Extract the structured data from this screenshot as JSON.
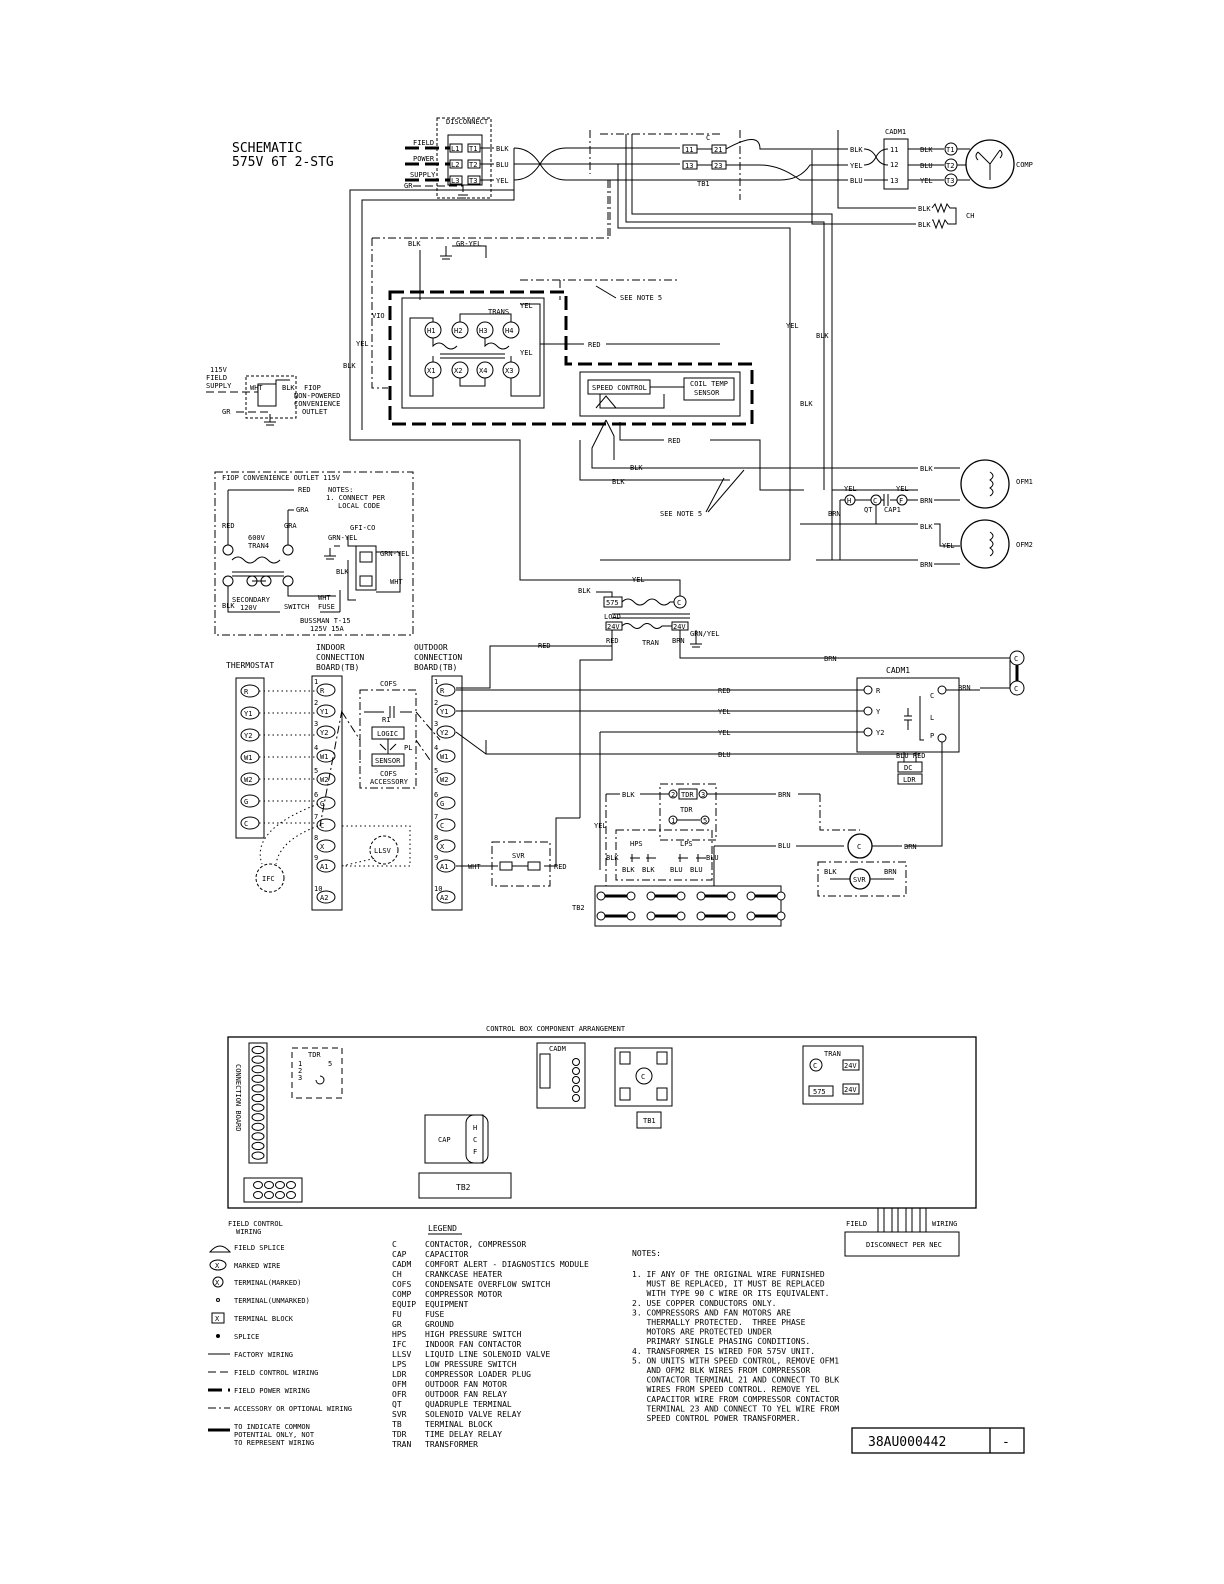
{
  "title": {
    "line1": "SCHEMATIC",
    "line2": "575V 6T 2-STG"
  },
  "drawing_number": "38AU000442",
  "revision": "-",
  "labels": {
    "disconnect": "DISCONNECT",
    "field": "FIELD",
    "power": "POWER",
    "supply": "SUPPLY",
    "gr": "GR",
    "blk": "BLK",
    "blu": "BLU",
    "yel": "YEL",
    "red": "RED",
    "brn": "BRN",
    "vio": "VIO",
    "wht": "WHT",
    "gra": "GRA",
    "gr_yel": "GR-YEL",
    "grn_yel": "GRN-YEL",
    "grn_yel_slash": "GRN/YEL",
    "c": "C",
    "tb1": "TB1",
    "cadm1": "CADM1",
    "comp": "COMP",
    "ch": "CH",
    "trans": "TRANS",
    "see_note_5": "SEE NOTE 5",
    "speed_control": "SPEED CONTROL",
    "coil_temp_1": "COIL TEMP",
    "coil_temp_2": "SENSOR",
    "supply_115v_1": "115V",
    "supply_115v_2": "FIELD",
    "supply_115v_3": "SUPPLY",
    "fiop_outlet_1": "FIOP",
    "fiop_outlet_2": "NON-POWERED",
    "fiop_outlet_3": "CONVENIENCE",
    "fiop_outlet_4": "OUTLET",
    "fiop_box_title": "FIOP CONVENIENCE OUTLET 115V",
    "notes_small_1": "NOTES:",
    "notes_small_2": "1. CONNECT PER",
    "notes_small_3": "LOCAL CODE",
    "tran4_1": "600V",
    "tran4_2": "TRAN4",
    "gfi_co": "GFI-CO",
    "secondary_1": "SECONDARY",
    "secondary_2": "120V",
    "switch": "SWITCH",
    "fuse": "FUSE",
    "bussman_1": "BUSSMAN T-15",
    "bussman_2": "125V 15A",
    "ofm1": "OFM1",
    "ofm2": "OFM2",
    "qt": "QT",
    "cap1": "CAP1",
    "load": "LOAD",
    "tran": "TRAN",
    "t575": "575",
    "t24v": "24V",
    "thermostat": "THERMOSTAT",
    "indoor_1": "INDOOR",
    "indoor_2": "CONNECTION",
    "indoor_3": "BOARD(TB)",
    "outdoor_1": "OUTDOOR",
    "outdoor_2": "CONNECTION",
    "outdoor_3": "BOARD(TB)",
    "cofs": "COFS",
    "r1": "R1",
    "logic": "LOGIC",
    "pl": "PL",
    "sensor": "SENSOR",
    "cofs_acc_1": "COFS",
    "cofs_acc_2": "ACCESSORY",
    "llsv": "LLSV",
    "ifc": "IFC",
    "svr": "SVR",
    "tb2": "TB2",
    "tdr": "TDR",
    "hps": "HPS",
    "lps": "LPS",
    "dc": "DC",
    "ldr": "LDR",
    "blu_red": "BLU RED",
    "cadm_r": "R",
    "cadm_y": "Y",
    "cadm_y2": "Y2",
    "cadm_c": "C",
    "cadm_l": "L",
    "cadm_p": "P",
    "cb_title": "CONTROL BOX COMPONENT ARRANGEMENT",
    "cb_conn_board": "CONNECTION BOARD",
    "cb_cap": "CAP",
    "cb_tb2": "TB2",
    "cb_tb1": "TB1",
    "cb_tran": "TRAN",
    "cb_cadm": "CADM",
    "cb_h": "H",
    "cb_c": "C",
    "cb_f": "F",
    "field_wiring_l": "FIELD",
    "field_wiring_r": "WIRING",
    "disconnect_per_nec": "DISCONNECT PER NEC"
  },
  "terminals": {
    "thermostat": [
      "R",
      "Y1",
      "Y2",
      "W1",
      "W2",
      "G",
      "C"
    ],
    "indoor": [
      "R",
      "Y1",
      "Y2",
      "W1",
      "W2",
      "G",
      "C",
      "X",
      "A1",
      "A2"
    ],
    "indoor_nums": [
      "1",
      "2",
      "3",
      "4",
      "5",
      "6",
      "7",
      "8",
      "9",
      "10"
    ],
    "outdoor": [
      "R",
      "Y1",
      "Y2",
      "W1",
      "W2",
      "G",
      "C",
      "X",
      "A1",
      "A2"
    ],
    "trans_h": [
      "H1",
      "H2",
      "H3",
      "H4"
    ],
    "trans_x": [
      "X1",
      "X2",
      "X4",
      "X3"
    ],
    "contactor_l": [
      "11",
      "13"
    ],
    "contactor_r": [
      "21",
      "23"
    ],
    "disc_l": [
      "L1",
      "L2",
      "L3"
    ],
    "disc_t": [
      "T1",
      "T2",
      "T3"
    ],
    "cadm_in": [
      "11",
      "12",
      "13"
    ],
    "comp": [
      "T1",
      "T2",
      "T3"
    ]
  },
  "field_control_wiring_1": "FIELD CONTROL",
  "field_control_wiring_2": "WIRING",
  "symbols": [
    "FIELD SPLICE",
    "MARKED WIRE",
    "TERMINAL(MARKED)",
    "TERMINAL(UNMARKED)",
    "TERMINAL BLOCK",
    "SPLICE",
    "FACTORY WIRING",
    "FIELD CONTROL WIRING",
    "FIELD POWER WIRING",
    "ACCESSORY OR OPTIONAL WIRING",
    "TO INDICATE COMMON",
    "POTENTIAL ONLY, NOT",
    "TO REPRESENT WIRING"
  ],
  "legend_title": "LEGEND",
  "legend": [
    {
      "abbr": "C",
      "desc": "CONTACTOR, COMPRESSOR"
    },
    {
      "abbr": "CAP",
      "desc": "CAPACITOR"
    },
    {
      "abbr": "CADM",
      "desc": "COMFORT ALERT - DIAGNOSTICS MODULE"
    },
    {
      "abbr": "CH",
      "desc": "CRANKCASE HEATER"
    },
    {
      "abbr": "COFS",
      "desc": "CONDENSATE OVERFLOW SWITCH"
    },
    {
      "abbr": "COMP",
      "desc": "COMPRESSOR MOTOR"
    },
    {
      "abbr": "EQUIP",
      "desc": "EQUIPMENT"
    },
    {
      "abbr": "FU",
      "desc": "FUSE"
    },
    {
      "abbr": "GR",
      "desc": "GROUND"
    },
    {
      "abbr": "HPS",
      "desc": "HIGH PRESSURE SWITCH"
    },
    {
      "abbr": "IFC",
      "desc": "INDOOR FAN CONTACTOR"
    },
    {
      "abbr": "LLSV",
      "desc": "LIQUID LINE SOLENOID VALVE"
    },
    {
      "abbr": "LPS",
      "desc": "LOW PRESSURE SWITCH"
    },
    {
      "abbr": "LDR",
      "desc": "COMPRESSOR LOADER PLUG"
    },
    {
      "abbr": "OFM",
      "desc": "OUTDOOR FAN MOTOR"
    },
    {
      "abbr": "OFR",
      "desc": "OUTDOOR FAN RELAY"
    },
    {
      "abbr": "QT",
      "desc": "QUADRUPLE TERMINAL"
    },
    {
      "abbr": "SVR",
      "desc": "SOLENOID VALVE RELAY"
    },
    {
      "abbr": "TB",
      "desc": "TERMINAL BLOCK"
    },
    {
      "abbr": "TDR",
      "desc": "TIME DELAY RELAY"
    },
    {
      "abbr": "TRAN",
      "desc": "TRANSFORMER"
    }
  ],
  "notes_title": "NOTES:",
  "notes": [
    "1. IF ANY OF THE ORIGINAL WIRE FURNISHED",
    "   MUST BE REPLACED, IT MUST BE REPLACED",
    "   WITH TYPE 90 C WIRE OR ITS EQUIVALENT.",
    "2. USE COPPER CONDUCTORS ONLY.",
    "3. COMPRESSORS AND FAN MOTORS ARE",
    "   THERMALLY PROTECTED.  THREE PHASE",
    "   MOTORS ARE PROTECTED UNDER",
    "   PRIMARY SINGLE PHASING CONDITIONS.",
    "4. TRANSFORMER IS WIRED FOR 575V UNIT.",
    "5. ON UNITS WITH SPEED CONTROL, REMOVE OFM1",
    "   AND OFM2 BLK WIRES FROM COMPRESSOR",
    "   CONTACTOR TERMINAL 21 AND CONNECT TO BLK",
    "   WIRES FROM SPEED CONTROL. REMOVE YEL",
    "   CAPACITOR WIRE FROM COMPRESSOR CONTACTOR",
    "   TERMINAL 23 AND CONNECT TO YEL WIRE FROM",
    "   SPEED CONTROL POWER TRANSFORMER."
  ]
}
